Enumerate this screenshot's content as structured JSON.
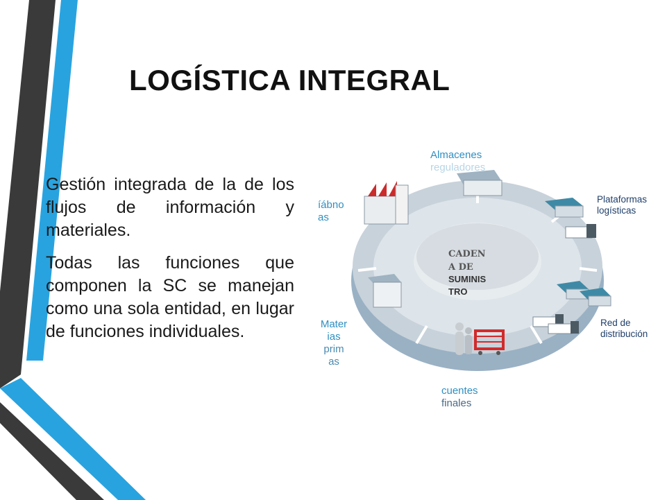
{
  "slide": {
    "title": "LOGÍSTICA INTEGRAL",
    "paragraphs": [
      "Gestión integrada de la de los flujos de información y materiales.",
      "Todas las funciones que componen la SC se manejan como una sola entidad, en lugar de funciones individuales."
    ]
  },
  "diagram": {
    "center": {
      "line1": "CADEN",
      "line2": "A DE",
      "line3": "SUMINIS",
      "line4": "TRO"
    },
    "labels": {
      "almacenes_1": "Almacenes",
      "almacenes_2": "reguladores",
      "plataformas_1": "Plataformas",
      "plataformas_2": "logísticas",
      "red_1": "Red de",
      "red_2": "distribución",
      "clientes_1": "cuentes",
      "clientes_2": "finales",
      "materias_1": "Mater",
      "materias_2": "ias",
      "materias_3": "prim",
      "materias_4": "as",
      "fabricas_1": "íábno",
      "fabricas_2": "as"
    }
  },
  "colors": {
    "accent_blue": "#29a3df",
    "dark_gray": "#3a3a3a",
    "label_blue": "#2f8fc2",
    "ring_gray": "#c8d2da"
  }
}
